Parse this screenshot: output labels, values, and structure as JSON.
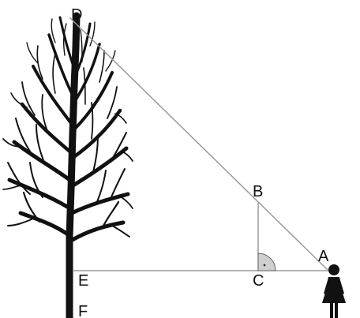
{
  "points": {
    "A": "A",
    "B": "B",
    "C": "C",
    "D": "D",
    "E": "E",
    "F": "F"
  },
  "colors": {
    "line": "#9a9a9a",
    "tree": "#111111",
    "person": "#111111",
    "angle_fill": "#cfcfcf",
    "angle_stroke": "#6a6a6a"
  },
  "icons": {
    "tree": "tree-icon",
    "person": "person-icon",
    "right_angle": "right-angle-icon"
  }
}
